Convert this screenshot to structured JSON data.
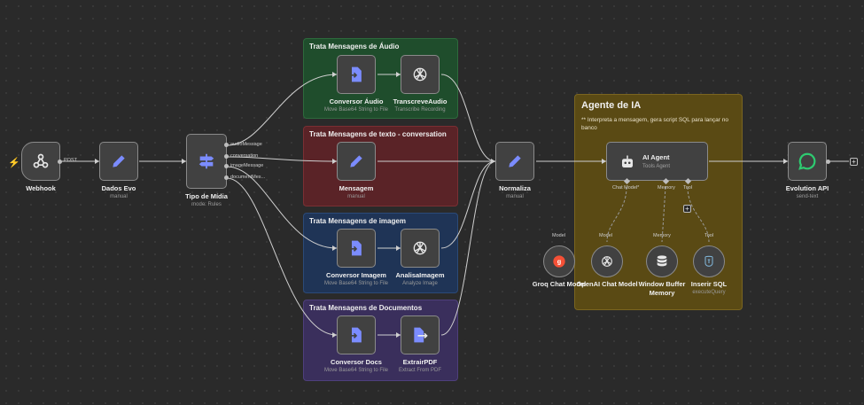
{
  "stickies": {
    "audio": "Trata Mensagens de Áudio",
    "texto": "Trata Mensagens de texto - conversation",
    "imagem": "Trata Mensagens de imagem",
    "docs": "Trata Mensagens de Documentos",
    "agente_title": "Agente de IA",
    "agente_desc": "** Interpreta a mensagem, gera script SQL para lançar no banco"
  },
  "nodes": {
    "webhook": {
      "label": "Webhook",
      "icon": "webhook-icon"
    },
    "dados_evo": {
      "label": "Dados Evo",
      "sub": "manual",
      "icon": "pencil-icon"
    },
    "tipo_midia": {
      "label": "Tipo de Mídia",
      "sub": "mode: Rules",
      "icon": "signpost-icon"
    },
    "conversor_audio": {
      "label": "Conversor Áudio",
      "sub": "Move Base64 String to File",
      "icon": "file-import-icon"
    },
    "transcreve_audio": {
      "label": "TranscreveAudio",
      "sub": "Transcribe Recording",
      "icon": "openai-icon"
    },
    "mensagem": {
      "label": "Mensagem",
      "sub": "manual",
      "icon": "pencil-icon"
    },
    "conversor_imagem": {
      "label": "Conversor Imagem",
      "sub": "Move Base64 String to File",
      "icon": "file-import-icon"
    },
    "analisa_imagem": {
      "label": "AnalisaImagem",
      "sub": "Analyze Image",
      "icon": "openai-icon"
    },
    "conversor_docs": {
      "label": "Conversor Docs",
      "sub": "Move Base64 String to File",
      "icon": "file-import-icon"
    },
    "extrair_pdf": {
      "label": "ExtrairPDF",
      "sub": "Extract From PDF",
      "icon": "file-export-icon"
    },
    "normaliza": {
      "label": "Normaliza",
      "sub": "manual",
      "icon": "pencil-icon"
    },
    "ai_agent": {
      "label": "AI Agent",
      "sub": "Tools Agent",
      "icon": "robot-icon"
    },
    "evolution_api": {
      "label": "Evolution API",
      "sub": "send-text",
      "icon": "chat-bubble-icon"
    },
    "groq": {
      "label": "Groq Chat Model",
      "icon": "groq-icon"
    },
    "openai_chat": {
      "label": "OpenAI Chat Model",
      "icon": "openai-icon"
    },
    "window_buffer": {
      "label": "Window Buffer Memory",
      "icon": "database-icon"
    },
    "inserir_sql": {
      "label": "Inserir SQL",
      "sub": "executeQuery",
      "icon": "postgres-icon"
    }
  },
  "ports": {
    "post": "POST",
    "audio": "audioMessage",
    "conversation": "conversation",
    "image": "imageMessage",
    "document": "documentMes...",
    "chat_model": "Chat Model*",
    "memory": "Memory",
    "tool": "Tool",
    "model": "Model",
    "memory_in": "Memory",
    "tool_in": "Tool"
  },
  "colors": {
    "canvas": "#2a2a2a",
    "audio_group": "#1f4d2c",
    "texto_group": "#5a2327",
    "imagem_group": "#1f3456",
    "docs_group": "#3a2f5c",
    "agente_group": "#5a4a14",
    "trigger_bolt": "#ff5a4a",
    "evolution_green": "#2ecc71"
  }
}
